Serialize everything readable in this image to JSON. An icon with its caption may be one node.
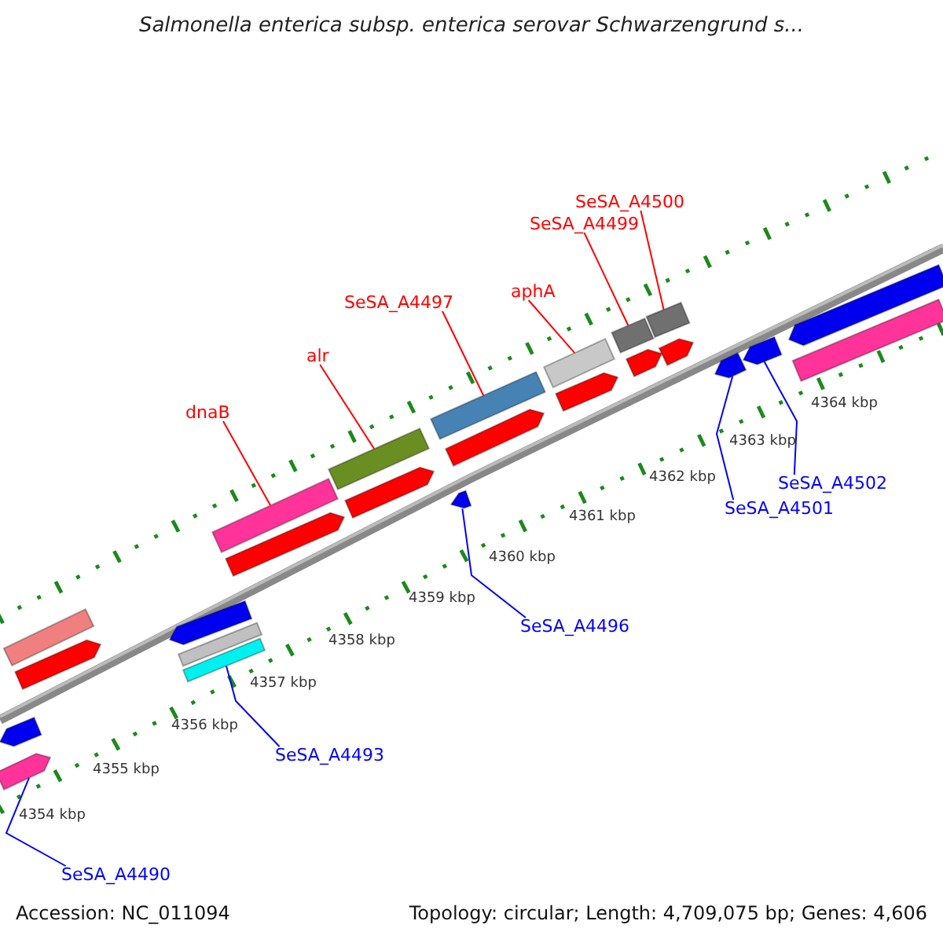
{
  "diagram": {
    "title": "Salmonella enterica subsp. enterica serovar Schwarzengrund s...",
    "nodes": [
      {
        "text": [
          "SeSA_A4500"
        ]
      },
      {
        "text": [
          "SeSA_A4499"
        ]
      },
      {
        "text": [
          "aphA"
        ]
      },
      {
        "text": [
          "SeSA_A4497"
        ]
      },
      {
        "text": [
          "alr"
        ]
      },
      {
        "text": [
          "dnaB"
        ]
      },
      {
        "text": [
          "SeSA_A4502"
        ]
      },
      {
        "text": [
          "SeSA_A4501"
        ]
      },
      {
        "text": [
          "SeSA_A4496"
        ]
      },
      {
        "text": [
          "SeSA_A4493"
        ]
      },
      {
        "text": [
          "SeSA_A4490"
        ]
      },
      {
        "text": [],
        "shape": "pentagon"
      },
      {
        "text": [],
        "shape": "pentagon"
      },
      {
        "text": [],
        "shape": "bar"
      },
      {
        "text": [],
        "shape": "pentagon"
      },
      {
        "text": [],
        "shape": "pentagon"
      },
      {
        "text": [],
        "shape": "bar"
      },
      {
        "text": [],
        "shape": "bar"
      },
      {
        "text": [],
        "shape": "bar"
      },
      {
        "text": [],
        "shape": "pentagon"
      },
      {
        "text": [],
        "shape": "bar"
      },
      {
        "text": [],
        "shape": "pentagon"
      },
      {
        "text": [],
        "shape": "bar"
      },
      {
        "text": [],
        "shape": "pentagon"
      },
      {
        "text": [],
        "shape": "pentagon"
      },
      {
        "text": [],
        "shape": "bar"
      },
      {
        "text": [],
        "shape": "pentagon"
      },
      {
        "text": [],
        "shape": "bar"
      },
      {
        "text": [],
        "shape": "pentagon"
      },
      {
        "text": [],
        "shape": "bar"
      },
      {
        "text": [],
        "shape": "pentagon"
      },
      {
        "text": [],
        "shape": "pentagon"
      },
      {
        "text": [],
        "shape": "pentagon"
      },
      {
        "text": [],
        "shape": "pentagon"
      },
      {
        "text": [],
        "shape": "bar"
      }
    ],
    "edges": [
      {
        "from": 0,
        "to": 29,
        "arrow": "none"
      },
      {
        "from": 1,
        "to": 27,
        "arrow": "none"
      },
      {
        "from": 2,
        "to": 25,
        "arrow": "none"
      },
      {
        "from": 3,
        "to": 22,
        "arrow": "none"
      },
      {
        "from": 4,
        "to": 20,
        "arrow": "none"
      },
      {
        "from": 5,
        "to": 18,
        "arrow": "none"
      },
      {
        "from": 6,
        "to": 32,
        "arrow": "none",
        "color": "#0000ff"
      },
      {
        "from": 7,
        "to": 31,
        "arrow": "none",
        "color": "#0000ff"
      },
      {
        "from": 8,
        "to": 24,
        "arrow": "none",
        "color": "#0000ff"
      },
      {
        "from": 9,
        "to": 17,
        "arrow": "none",
        "color": "#0000ff"
      },
      {
        "from": 10,
        "to": 12,
        "arrow": "none",
        "color": "#0000ff"
      }
    ],
    "labels": [
      "4354 kbp",
      "4355 kbp",
      "4356 kbp",
      "4357 kbp",
      "4358 kbp",
      "4359 kbp",
      "4360 kbp",
      "4361 kbp",
      "4362 kbp",
      "4363 kbp",
      "4364 kbp",
      "Accession: NC_011094",
      "Topology: circular; Length: 4,709,075 bp; Genes: 4,606"
    ]
  }
}
